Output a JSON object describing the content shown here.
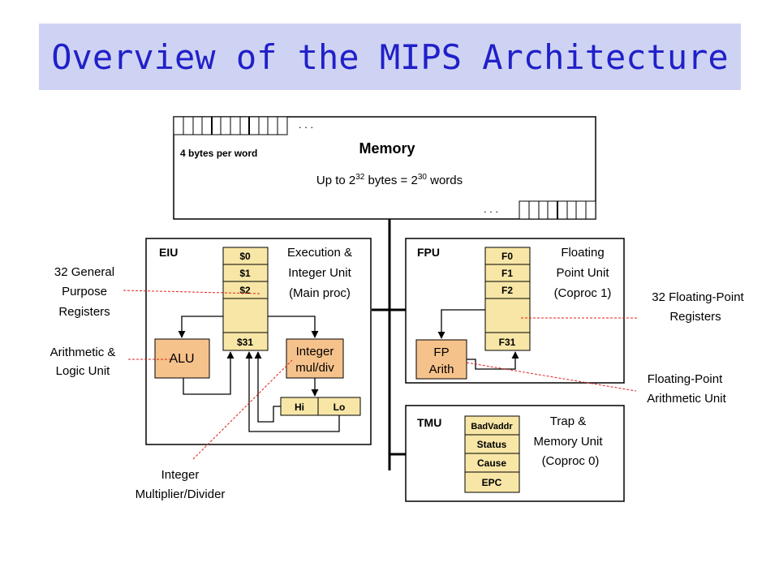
{
  "title": "Overview of the MIPS Architecture",
  "memory": {
    "label": "Memory",
    "bytes_per_word": "4 bytes per word",
    "size_prefix": "Up to 2",
    "size_exp1": "32",
    "size_mid": " bytes = 2",
    "size_exp2": "30",
    "size_suffix": " words",
    "ellipsis": ". . ."
  },
  "eiu": {
    "name": "EIU",
    "desc": [
      "Execution &",
      "Integer Unit",
      "(Main proc)"
    ],
    "registers": [
      "$0",
      "$1",
      "$2",
      "$31"
    ],
    "alu": "ALU",
    "muldiv": [
      "Integer",
      "mul/div"
    ],
    "hi": "Hi",
    "lo": "Lo"
  },
  "fpu": {
    "name": "FPU",
    "desc": [
      "Floating",
      "Point Unit",
      "(Coproc 1)"
    ],
    "registers": [
      "F0",
      "F1",
      "F2",
      "F31"
    ],
    "arith": [
      "FP",
      "Arith"
    ]
  },
  "tmu": {
    "name": "TMU",
    "desc": [
      "Trap &",
      "Memory Unit",
      "(Coproc 0)"
    ],
    "registers": [
      "BadVaddr",
      "Status",
      "Cause",
      "EPC"
    ]
  },
  "annotations": {
    "gpr": [
      "32 General",
      "Purpose",
      "Registers"
    ],
    "alu": [
      "Arithmetic &",
      "Logic Unit"
    ],
    "muldiv": [
      "Integer",
      "Multiplier/Divider"
    ],
    "fpr": [
      "32 Floating-Point",
      "Registers"
    ],
    "fparith": [
      "Floating-Point",
      "Arithmetic Unit"
    ]
  },
  "colors": {
    "title_bg": "#cfd3f3",
    "title_text": "#2020c8",
    "register_fill": "#f7e6a6",
    "unit_fill": "#f6c28b",
    "annotation_line": "#e02020"
  }
}
